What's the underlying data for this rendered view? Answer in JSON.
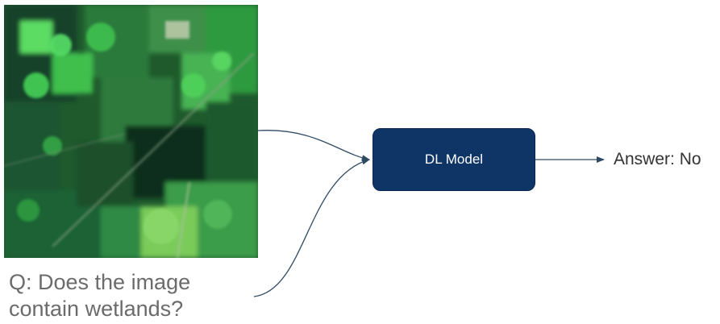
{
  "image": {
    "icon": "satellite-image-forest-fields"
  },
  "question": {
    "line1": "Q: Does the image",
    "line2": "contain wetlands?"
  },
  "model": {
    "label": "DL Model",
    "color": "#0e3566"
  },
  "answer": {
    "text": "Answer: No"
  },
  "colors": {
    "arrow": "#2e4a63",
    "question_text": "#6b6b6b"
  }
}
